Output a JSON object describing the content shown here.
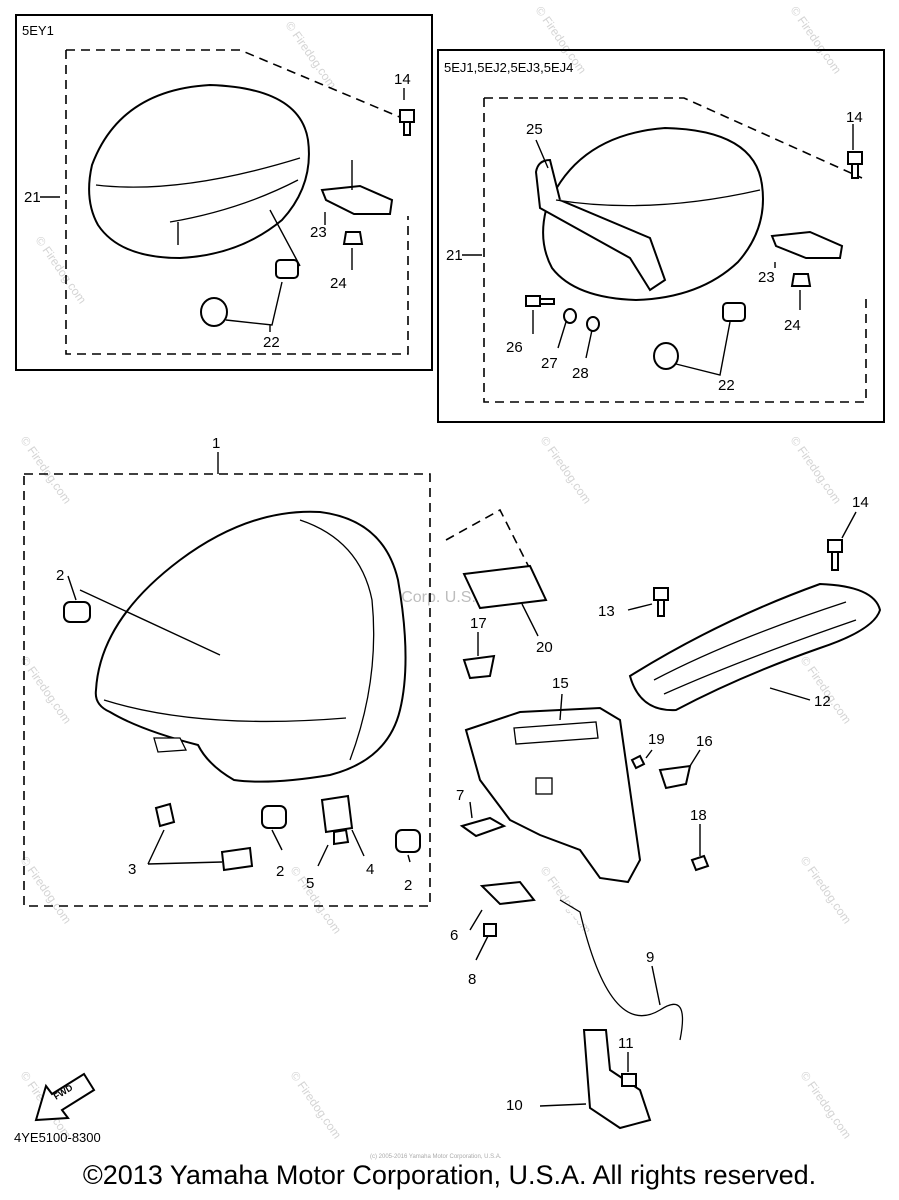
{
  "insets": [
    {
      "id": "5EY1",
      "label": "5EY1"
    },
    {
      "id": "5EJ",
      "label": "5EJ1,5EJ2,5EJ3,5EJ4"
    }
  ],
  "callouts": {
    "c14a": "14",
    "c21a": "21",
    "c23a": "23",
    "c24a": "24",
    "c22a": "22",
    "c14b": "14",
    "c25": "25",
    "c21b": "21",
    "c23b": "23",
    "c24b": "24",
    "c26": "26",
    "c27": "27",
    "c28": "28",
    "c22b": "22",
    "c1": "1",
    "c2a": "2",
    "c2b": "2",
    "c2c": "2",
    "c3": "3",
    "c4": "4",
    "c5": "5",
    "c20": "20",
    "c17": "17",
    "c15": "15",
    "c13": "13",
    "c14c": "14",
    "c12": "12",
    "c19": "19",
    "c16": "16",
    "c7": "7",
    "c18": "18",
    "c6": "6",
    "c8": "8",
    "c9": "9",
    "c11": "11",
    "c10": "10"
  },
  "fwd_label": "FWD",
  "diagram_code": "4YE5100-8300",
  "watermark_center": "Yamaha Motor Corp. U.S.A.",
  "watermark_firedog": "© Firedog.com",
  "tiny_credit": "(c) 2005-2016 Yamaha Motor Corporation, U.S.A.",
  "copyright": "©2013 Yamaha Motor Corporation, U.S.A. All rights reserved."
}
